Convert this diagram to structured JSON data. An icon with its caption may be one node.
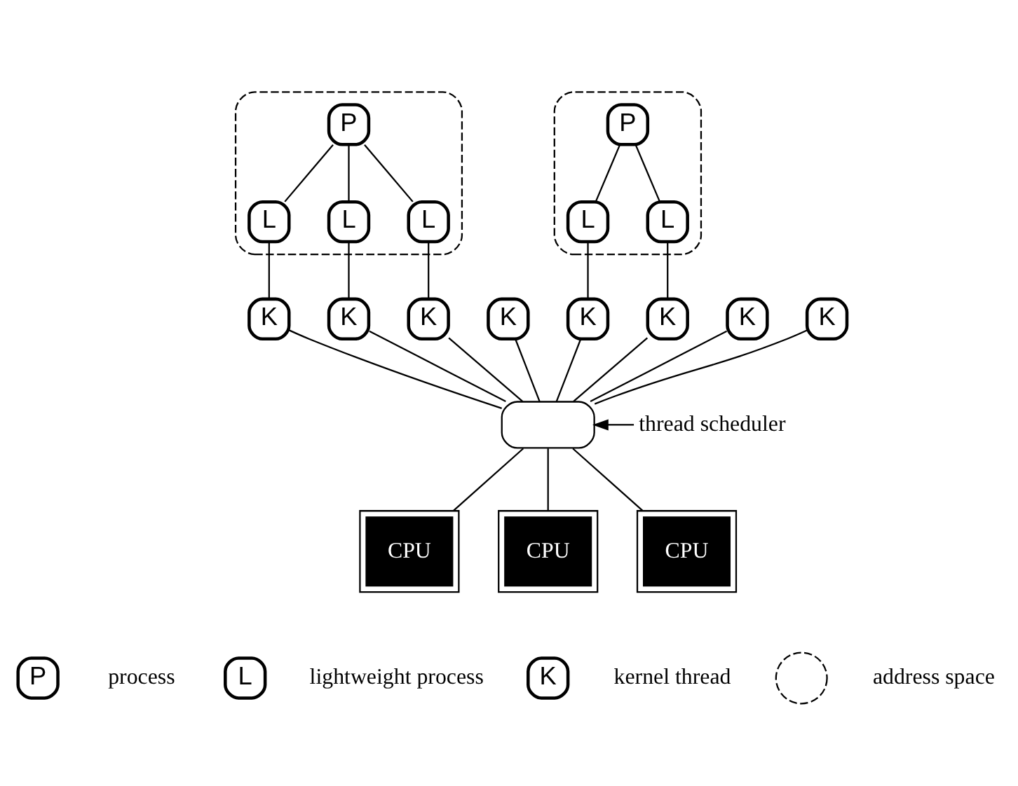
{
  "diagram": {
    "nodes": [
      {
        "text": [],
        "shape": "box"
      },
      {
        "text": [
          "P"
        ],
        "in": 0
      },
      {
        "text": [
          "L"
        ],
        "in": 0
      },
      {
        "text": [
          "L"
        ],
        "in": 0
      },
      {
        "text": [
          "L"
        ],
        "in": 0
      },
      {
        "text": [],
        "shape": "box"
      },
      {
        "text": [
          "P"
        ],
        "in": 5
      },
      {
        "text": [
          "L"
        ],
        "in": 5
      },
      {
        "text": [
          "L"
        ],
        "in": 5
      },
      {
        "text": [
          "K"
        ]
      },
      {
        "text": [
          "K"
        ]
      },
      {
        "text": [
          "K"
        ]
      },
      {
        "text": [
          "K"
        ]
      },
      {
        "text": [
          "K"
        ]
      },
      {
        "text": [
          "K"
        ]
      },
      {
        "text": [
          "K"
        ]
      },
      {
        "text": [
          "K"
        ]
      },
      {
        "text": [],
        "shape": "oval"
      },
      {
        "text": [
          "thread scheduler"
        ]
      },
      {
        "text": [
          "CPU"
        ]
      },
      {
        "text": [
          "CPU"
        ]
      },
      {
        "text": [
          "CPU"
        ]
      },
      {
        "text": [
          "P"
        ]
      },
      {
        "text": [
          "L"
        ]
      },
      {
        "text": [
          "K"
        ]
      },
      {
        "text": [],
        "shape": "circle"
      }
    ],
    "edges": [
      {
        "from": 1,
        "to": 2,
        "arrow": "none"
      },
      {
        "from": 1,
        "to": 3,
        "arrow": "none"
      },
      {
        "from": 1,
        "to": 4,
        "arrow": "none"
      },
      {
        "from": 6,
        "to": 7,
        "arrow": "none"
      },
      {
        "from": 6,
        "to": 8,
        "arrow": "none"
      },
      {
        "from": 2,
        "to": 9,
        "arrow": "none"
      },
      {
        "from": 3,
        "to": 10,
        "arrow": "none"
      },
      {
        "from": 4,
        "to": 11,
        "arrow": "none"
      },
      {
        "from": 7,
        "to": 13,
        "arrow": "none"
      },
      {
        "from": 8,
        "to": 14,
        "arrow": "none"
      },
      {
        "from": 9,
        "to": 17,
        "arrow": "none"
      },
      {
        "from": 10,
        "to": 17,
        "arrow": "none"
      },
      {
        "from": 11,
        "to": 17,
        "arrow": "none"
      },
      {
        "from": 12,
        "to": 17,
        "arrow": "none"
      },
      {
        "from": 13,
        "to": 17,
        "arrow": "none"
      },
      {
        "from": 14,
        "to": 17,
        "arrow": "none"
      },
      {
        "from": 15,
        "to": 17,
        "arrow": "none"
      },
      {
        "from": 16,
        "to": 17,
        "arrow": "none"
      },
      {
        "from": 18,
        "to": 17,
        "arrow": "to"
      },
      {
        "from": 17,
        "to": 19,
        "arrow": "none"
      },
      {
        "from": 17,
        "to": 20,
        "arrow": "none"
      },
      {
        "from": 17,
        "to": 21,
        "arrow": "none"
      }
    ],
    "legend": [
      {
        "text": "process"
      },
      {
        "text": "lightweight process"
      },
      {
        "text": "kernel thread"
      },
      {
        "text": "address space"
      }
    ]
  }
}
